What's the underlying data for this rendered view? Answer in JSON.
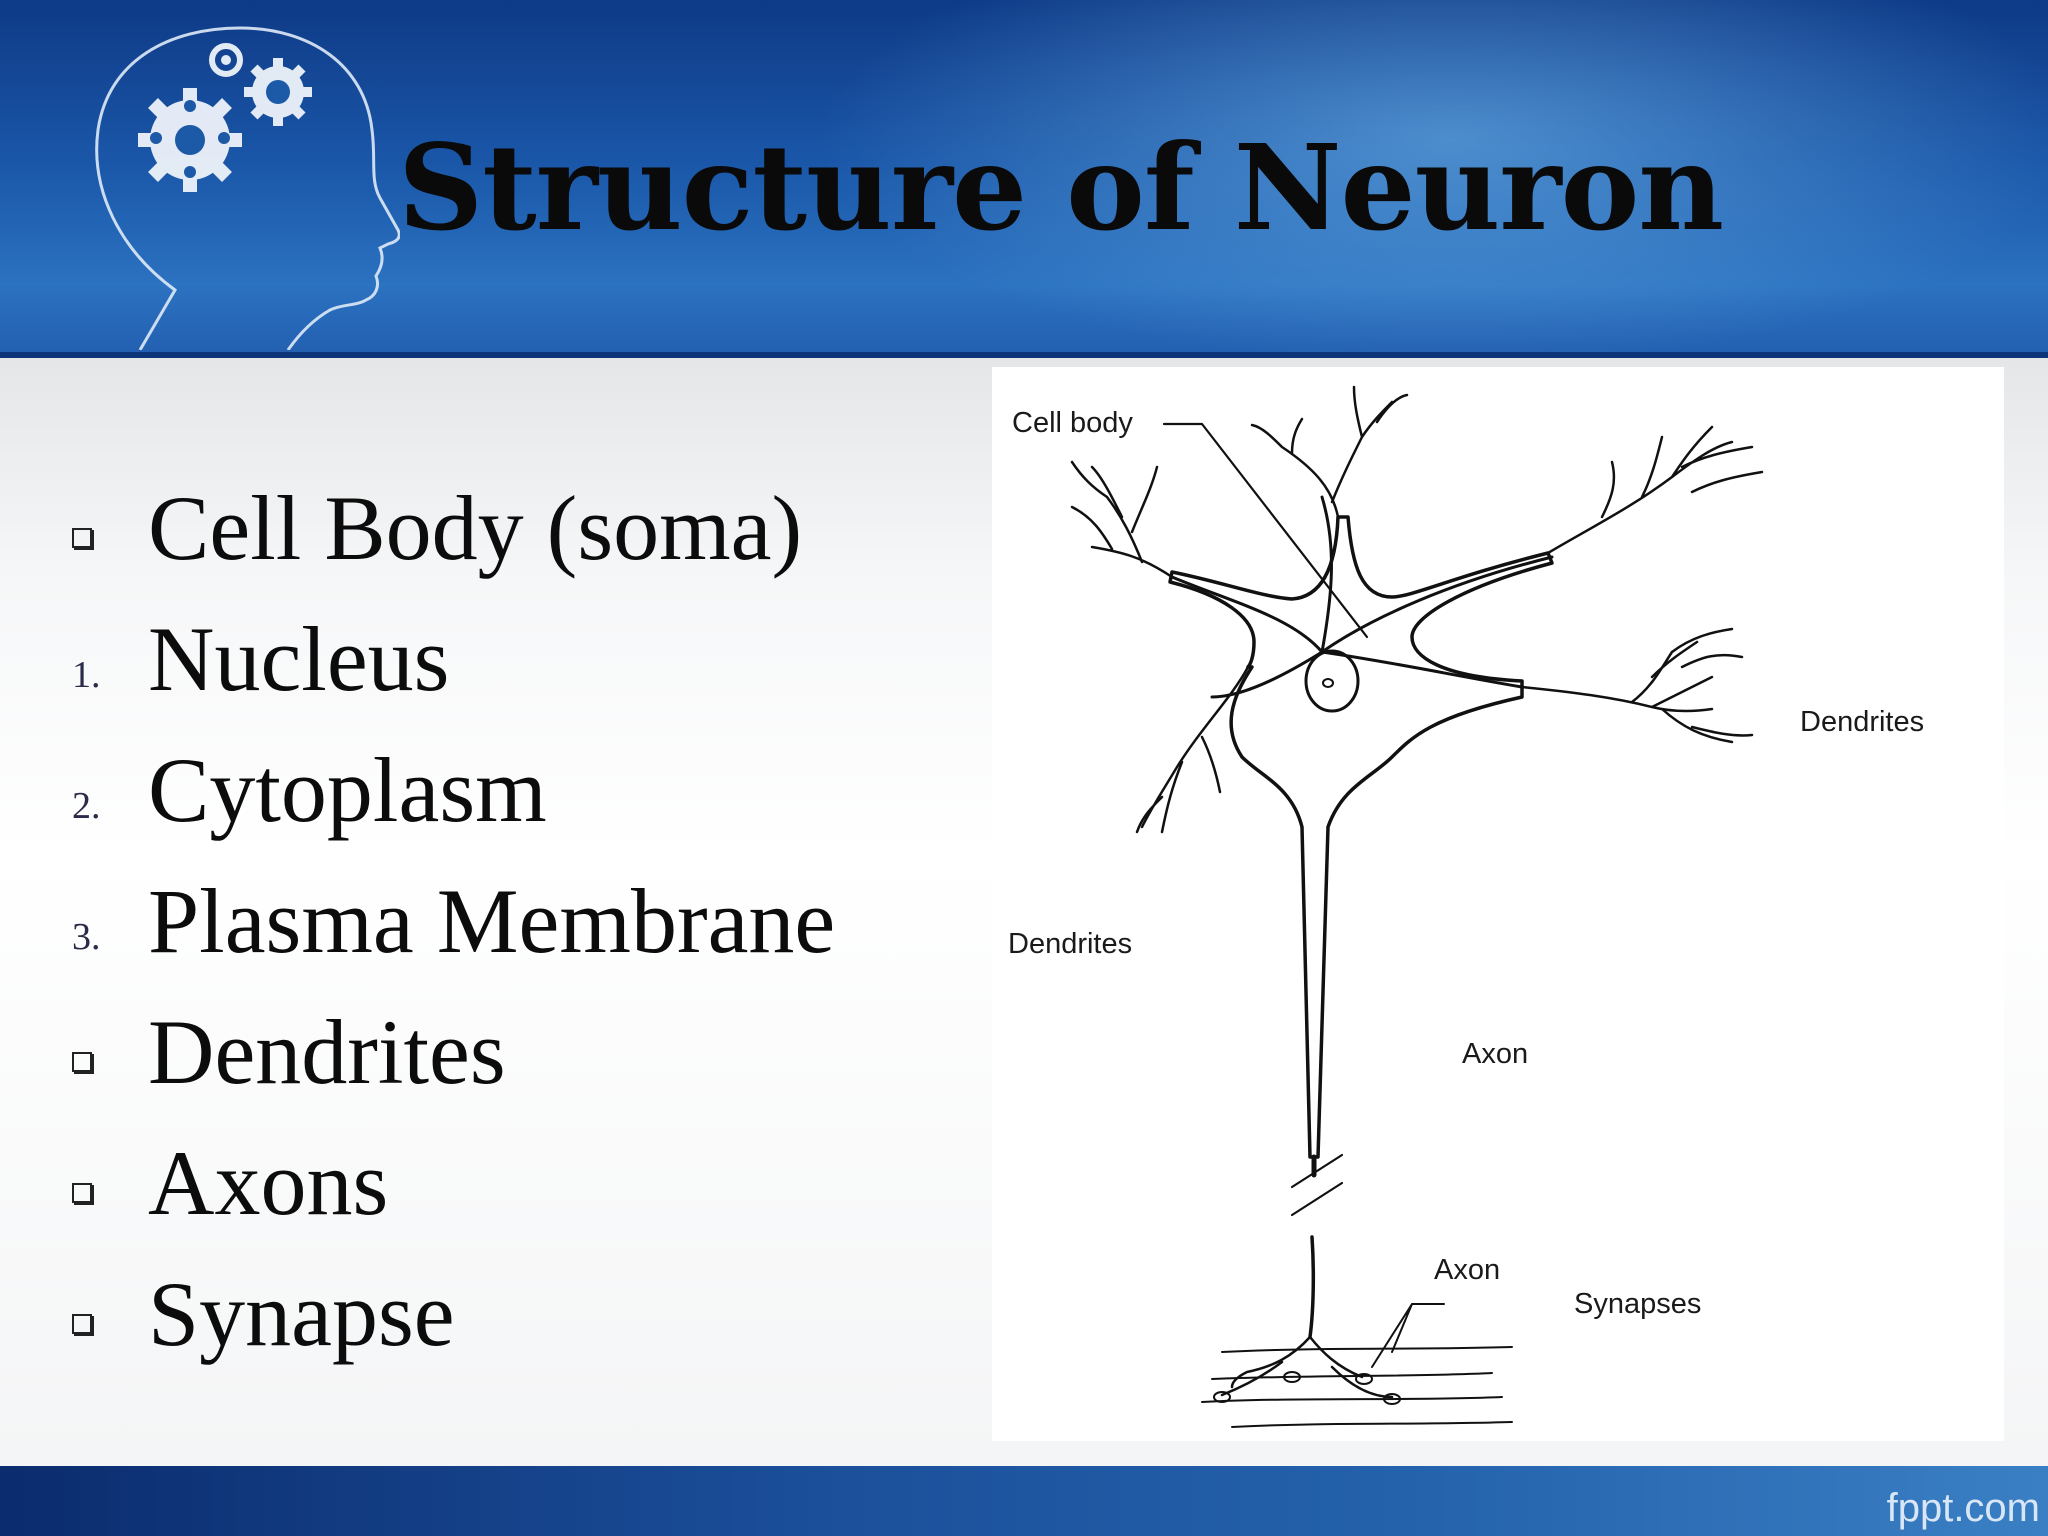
{
  "slide": {
    "title": "Structure of Neuron",
    "items": [
      {
        "marker": "square",
        "text": "Cell Body (soma)"
      },
      {
        "marker": "1.",
        "text": "Nucleus"
      },
      {
        "marker": "2.",
        "text": "Cytoplasm"
      },
      {
        "marker": "3.",
        "text": "Plasma Membrane"
      },
      {
        "marker": "square",
        "text": "Dendrites"
      },
      {
        "marker": "square",
        "text": "Axons"
      },
      {
        "marker": "square",
        "text": "Synapse"
      }
    ]
  },
  "diagram": {
    "labels": {
      "cell_body": "Cell body",
      "dendrites_right": "Dendrites",
      "dendrites_left": "Dendrites",
      "axon_upper": "Axon",
      "axon_lower": "Axon",
      "synapses": "Synapses"
    }
  },
  "header_art": {
    "icon": "head-with-gears-icon"
  },
  "footer": {
    "brand": "fppt.com"
  }
}
